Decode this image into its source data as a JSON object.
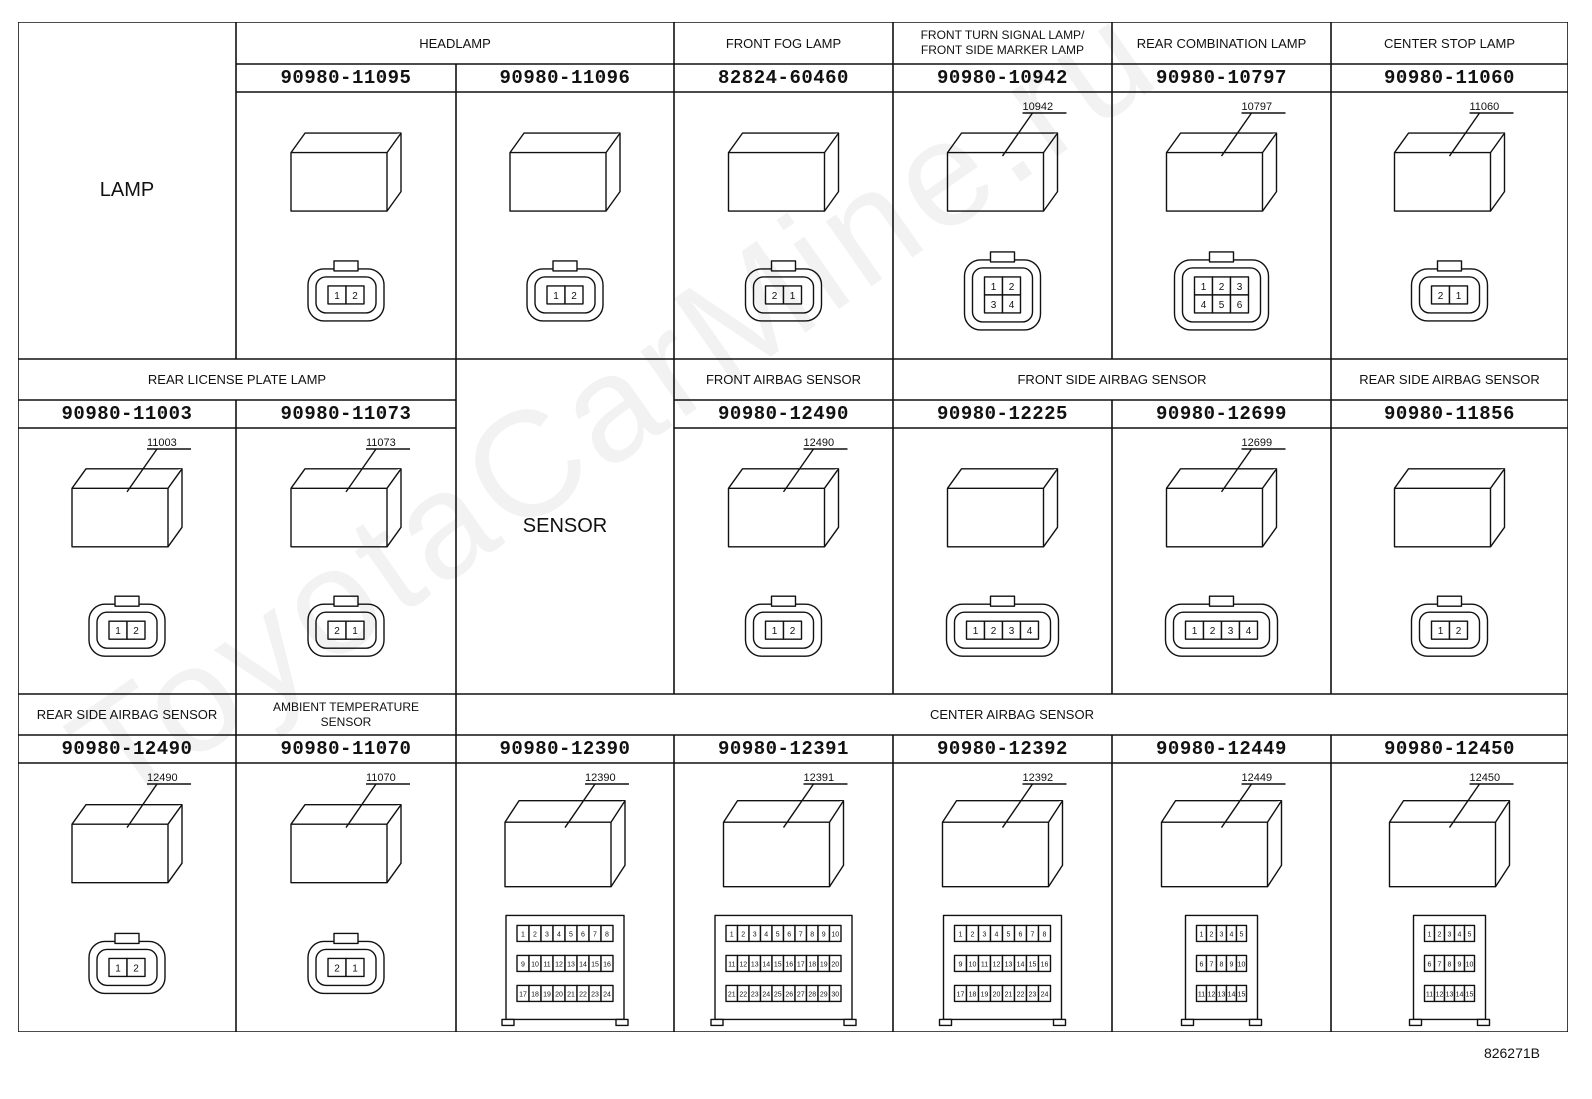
{
  "footer": {
    "figure_id": "826271B"
  },
  "watermark": {
    "text": "ToyotaCarMine.ru"
  },
  "row1": {
    "category": "LAMP",
    "groups": [
      {
        "title": "HEADLAMP"
      },
      {
        "title": "FRONT FOG LAMP"
      },
      {
        "title": "FRONT TURN SIGNAL LAMP/\nFRONT SIDE MARKER LAMP"
      },
      {
        "title": "REAR COMBINATION LAMP"
      },
      {
        "title": "CENTER STOP LAMP"
      }
    ],
    "parts": [
      {
        "pn": "90980-11095",
        "pins": [
          "1",
          "2"
        ],
        "callout": ""
      },
      {
        "pn": "90980-11096",
        "pins": [
          "1",
          "2"
        ],
        "callout": ""
      },
      {
        "pn": "82824-60460",
        "pins": [
          "2",
          "1"
        ],
        "callout": ""
      },
      {
        "pn": "90980-10942",
        "pins": [
          "1",
          "2",
          "3",
          "4"
        ],
        "callout": "10942"
      },
      {
        "pn": "90980-10797",
        "pins": [
          "1",
          "2",
          "3",
          "4",
          "5",
          "6"
        ],
        "callout": "10797"
      },
      {
        "pn": "90980-11060",
        "pins": [
          "2",
          "1"
        ],
        "callout": "11060"
      }
    ]
  },
  "row2": {
    "category": "SENSOR",
    "groups": [
      {
        "title": "REAR LICENSE PLATE LAMP"
      },
      {
        "title": "FRONT AIRBAG SENSOR"
      },
      {
        "title": "FRONT SIDE AIRBAG SENSOR"
      },
      {
        "title": "REAR SIDE AIRBAG SENSOR"
      }
    ],
    "parts": [
      {
        "pn": "90980-11003",
        "pins": [
          "1",
          "2"
        ],
        "callout": "11003"
      },
      {
        "pn": "90980-11073",
        "pins": [
          "2",
          "1"
        ],
        "callout": "11073"
      },
      {
        "pn": "90980-12490",
        "pins": [
          "1",
          "2"
        ],
        "callout": "12490"
      },
      {
        "pn": "90980-12225",
        "pins": [
          "1",
          "2",
          "3",
          "4"
        ],
        "callout": ""
      },
      {
        "pn": "90980-12699",
        "pins": [
          "1",
          "2",
          "3",
          "4"
        ],
        "callout": "12699"
      },
      {
        "pn": "90980-11856",
        "pins": [
          "1",
          "2"
        ],
        "callout": ""
      }
    ]
  },
  "row3": {
    "groups": [
      {
        "title": "REAR SIDE AIRBAG SENSOR"
      },
      {
        "title": "AMBIENT TEMPERATURE\nSENSOR"
      },
      {
        "title": "CENTER AIRBAG SENSOR"
      }
    ],
    "parts": [
      {
        "pn": "90980-12490",
        "pins": [
          "1",
          "2"
        ],
        "callout": "12490"
      },
      {
        "pn": "90980-11070",
        "pins": [
          "2",
          "1"
        ],
        "callout": "11070"
      },
      {
        "pn": "90980-12390",
        "pins": [
          "1",
          "2",
          "3",
          "4",
          "5",
          "6",
          "7",
          "8",
          "9",
          "10",
          "11",
          "12",
          "13",
          "14",
          "15",
          "16",
          "17",
          "18",
          "19",
          "20",
          "21",
          "22",
          "23",
          "24"
        ],
        "callout": "12390"
      },
      {
        "pn": "90980-12391",
        "pins": [
          "1",
          "2",
          "3",
          "4",
          "5",
          "6",
          "7",
          "8",
          "9",
          "10",
          "11",
          "12",
          "13",
          "14",
          "15",
          "16",
          "17",
          "18",
          "19",
          "20",
          "21",
          "22",
          "23",
          "24",
          "25",
          "26",
          "27",
          "28",
          "29",
          "30"
        ],
        "callout": "12391"
      },
      {
        "pn": "90980-12392",
        "pins": [
          "1",
          "2",
          "3",
          "4",
          "5",
          "6",
          "7",
          "8",
          "9",
          "10",
          "11",
          "12",
          "13",
          "14",
          "15",
          "16",
          "17",
          "18",
          "19",
          "20",
          "21",
          "22",
          "23",
          "24"
        ],
        "callout": "12392"
      },
      {
        "pn": "90980-12449",
        "pins": [
          "1",
          "2",
          "3",
          "4",
          "5",
          "6",
          "7",
          "8",
          "9",
          "10",
          "11",
          "12",
          "13",
          "14",
          "15"
        ],
        "callout": "12449"
      },
      {
        "pn": "90980-12450",
        "pins": [
          "1",
          "2",
          "3",
          "4",
          "5",
          "6",
          "7",
          "8",
          "9",
          "10",
          "11",
          "12",
          "13",
          "14",
          "15"
        ],
        "callout": "12450"
      }
    ]
  }
}
